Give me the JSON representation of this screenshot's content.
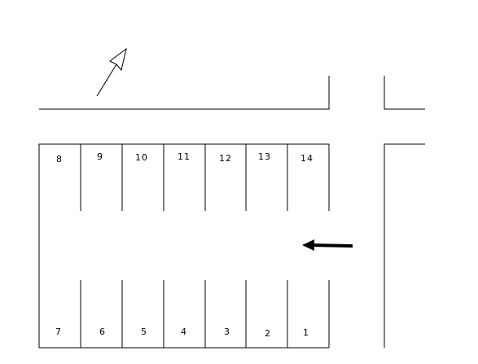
{
  "diagram": {
    "north_arrow_icon": "north-arrow-icon",
    "direction_arrow_icon": "left-arrow-icon",
    "line_color": "#000000",
    "background": "#ffffff",
    "stalls": {
      "top_row": [
        "8",
        "9",
        "10",
        "11",
        "12",
        "13",
        "14"
      ],
      "bottom_row": [
        "7",
        "6",
        "5",
        "4",
        "3",
        "2",
        "1"
      ]
    }
  }
}
